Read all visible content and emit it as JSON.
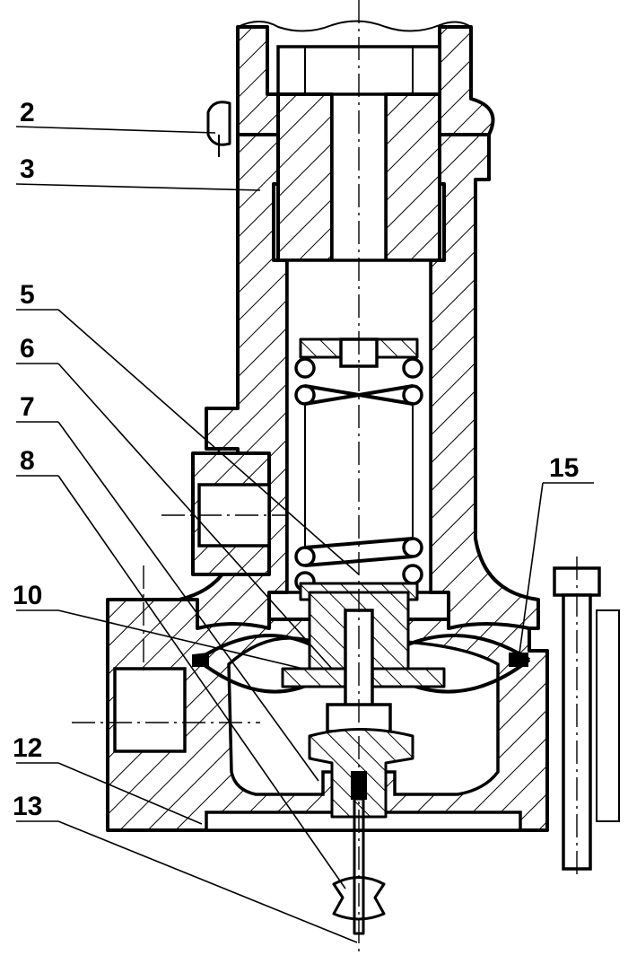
{
  "callouts": [
    {
      "id": "2",
      "text": "2"
    },
    {
      "id": "3",
      "text": "3"
    },
    {
      "id": "5",
      "text": "5"
    },
    {
      "id": "6",
      "text": "6"
    },
    {
      "id": "7",
      "text": "7"
    },
    {
      "id": "8",
      "text": "8"
    },
    {
      "id": "10",
      "text": "10"
    },
    {
      "id": "12",
      "text": "12"
    },
    {
      "id": "13",
      "text": "13"
    },
    {
      "id": "15",
      "text": "15"
    }
  ],
  "colors": {
    "ink": "#000000",
    "paper": "#ffffff"
  }
}
